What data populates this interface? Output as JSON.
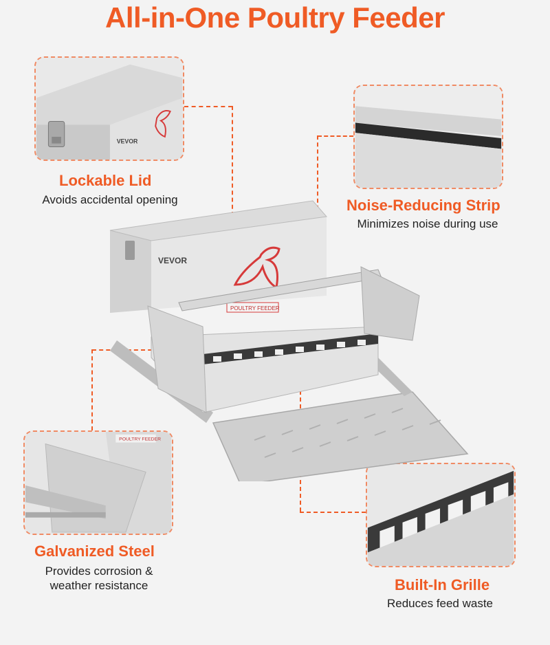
{
  "title": "All-in-One Poultry Feeder",
  "accent_color": "#ef5b25",
  "product": {
    "brand": "VEVOR",
    "plate_label": "POULTRY FEEDER"
  },
  "features": [
    {
      "id": "lockable-lid",
      "title": "Lockable Lid",
      "desc_lines": [
        "Avoids accidental opening"
      ]
    },
    {
      "id": "noise-strip",
      "title": "Noise-Reducing Strip",
      "desc_lines": [
        "Minimizes noise during use"
      ]
    },
    {
      "id": "galvanized-steel",
      "title": "Galvanized Steel",
      "desc_lines": [
        "Provides corrosion &",
        "weather resistance"
      ]
    },
    {
      "id": "built-in-grille",
      "title": "Built-In Grille",
      "desc_lines": [
        "Reduces feed waste"
      ]
    }
  ]
}
